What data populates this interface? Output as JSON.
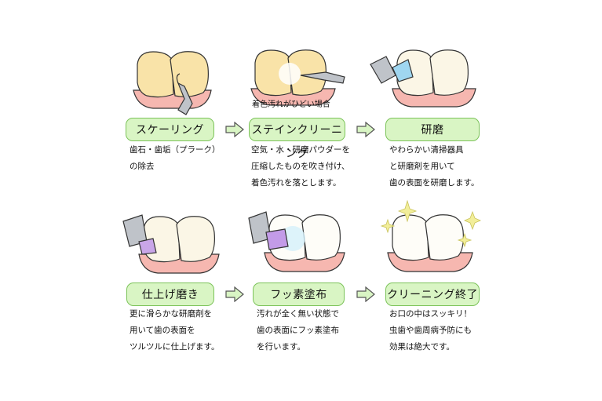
{
  "steps": [
    {
      "label": "スケーリング",
      "desc": [
        "歯石・歯垢（プラーク）",
        "の除去"
      ]
    },
    {
      "label": "ステインクリーニング",
      "note": "着色汚れがひどい場合",
      "desc": [
        "空気・水・研磨パウダーを",
        "圧縮したものを吹き付け、",
        "着色汚れを落とします。"
      ]
    },
    {
      "label": "研磨",
      "desc": [
        "やわらかい清掃器具",
        "と研磨剤を用いて",
        "歯の表面を研磨します。"
      ]
    },
    {
      "label": "仕上げ磨き",
      "desc": [
        "更に滑らかな研磨剤を",
        "用いて歯の表面を",
        "ツルツルに仕上げます。"
      ]
    },
    {
      "label": "フッ素塗布",
      "desc": [
        "汚れが全く無い状態で",
        "歯の表面にフッ素塗布",
        "を行います。"
      ]
    },
    {
      "label": "クリーニング終了",
      "desc": [
        "お口の中はスッキリ！",
        "虫歯や歯周病予防にも",
        "効果は絶大です。"
      ]
    }
  ],
  "colors": {
    "label_fill": "#d9f5c4",
    "label_border": "#7cc35a",
    "gum": "#f6b7b0",
    "tooth_stained": "#f9e3a8",
    "tooth_clean": "#fbf6e6",
    "tooth_white": "#fefdf8",
    "sparkle": "#f2ee9a"
  }
}
